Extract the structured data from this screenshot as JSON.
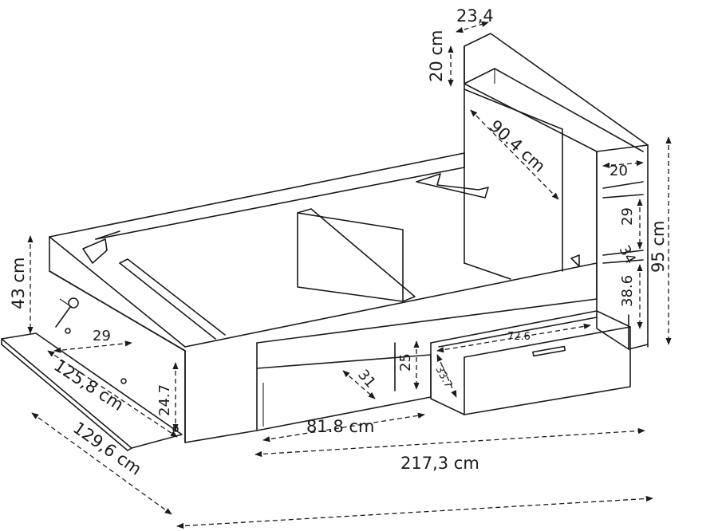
{
  "dimensions": {
    "shelf_depth": "23,4",
    "shelf_height_cm": "20 cm",
    "shelf_unit_depth": "90.4 cm",
    "side_shelf_width": "20",
    "side_shelf_gap": "29",
    "side_shelf_gap_2": "34",
    "side_shelf_lower": "38.6",
    "total_height": "95 cm",
    "bed_height": "43 cm",
    "flap_depth": "29",
    "flap_width": "125,8 cm",
    "flap_height": "24.7",
    "drawer_width": "72.6",
    "drawer_depth": "33.7",
    "drawer_height": "25",
    "drawer_inner_depth": "31",
    "inner_width": "81.8 cm",
    "total_length": "217,3 cm",
    "total_width": "129,6 cm"
  }
}
